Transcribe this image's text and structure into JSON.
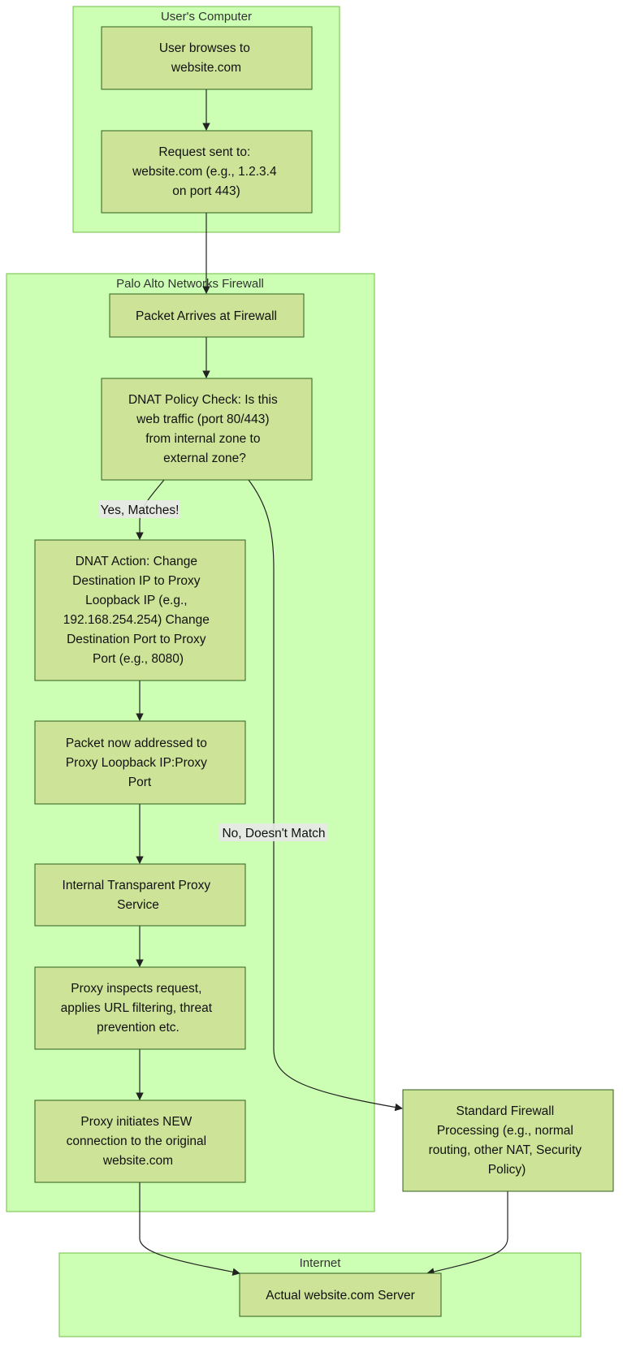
{
  "clusters": {
    "user": {
      "label": "User's Computer"
    },
    "firewall": {
      "label": "Palo Alto Networks Firewall"
    },
    "internet": {
      "label": "Internet"
    }
  },
  "nodes": {
    "browse": {
      "lines": [
        "User browses to",
        "website.com"
      ]
    },
    "request": {
      "lines": [
        "Request sent to:",
        "website.com (e.g., 1.2.3.4",
        "on port 443)"
      ]
    },
    "arrive": {
      "lines": [
        "Packet Arrives at Firewall"
      ]
    },
    "dnat_check": {
      "lines": [
        "DNAT Policy Check: Is this",
        "web traffic (port 80/443)",
        "from internal zone to",
        "external zone?"
      ]
    },
    "dnat_action": {
      "lines": [
        "DNAT Action: Change",
        "Destination IP to Proxy",
        "Loopback IP (e.g.,",
        "192.168.254.254) Change",
        "Destination Port to Proxy",
        "Port (e.g., 8080)"
      ]
    },
    "readdressed": {
      "lines": [
        "Packet now addressed to",
        "Proxy Loopback IP:Proxy",
        "Port"
      ]
    },
    "proxy_service": {
      "lines": [
        "Internal Transparent Proxy",
        "Service"
      ]
    },
    "inspect": {
      "lines": [
        "Proxy inspects request,",
        "applies URL filtering, threat",
        "prevention etc."
      ]
    },
    "new_conn": {
      "lines": [
        "Proxy initiates NEW",
        "connection to the original",
        "website.com"
      ]
    },
    "standard": {
      "lines": [
        "Standard Firewall",
        "Processing (e.g., normal",
        "routing, other NAT, Security",
        "Policy)"
      ]
    },
    "server": {
      "lines": [
        "Actual website.com Server"
      ]
    }
  },
  "edges": {
    "yes": {
      "label": "Yes, Matches!"
    },
    "no": {
      "label": "No, Doesn't Match"
    }
  }
}
